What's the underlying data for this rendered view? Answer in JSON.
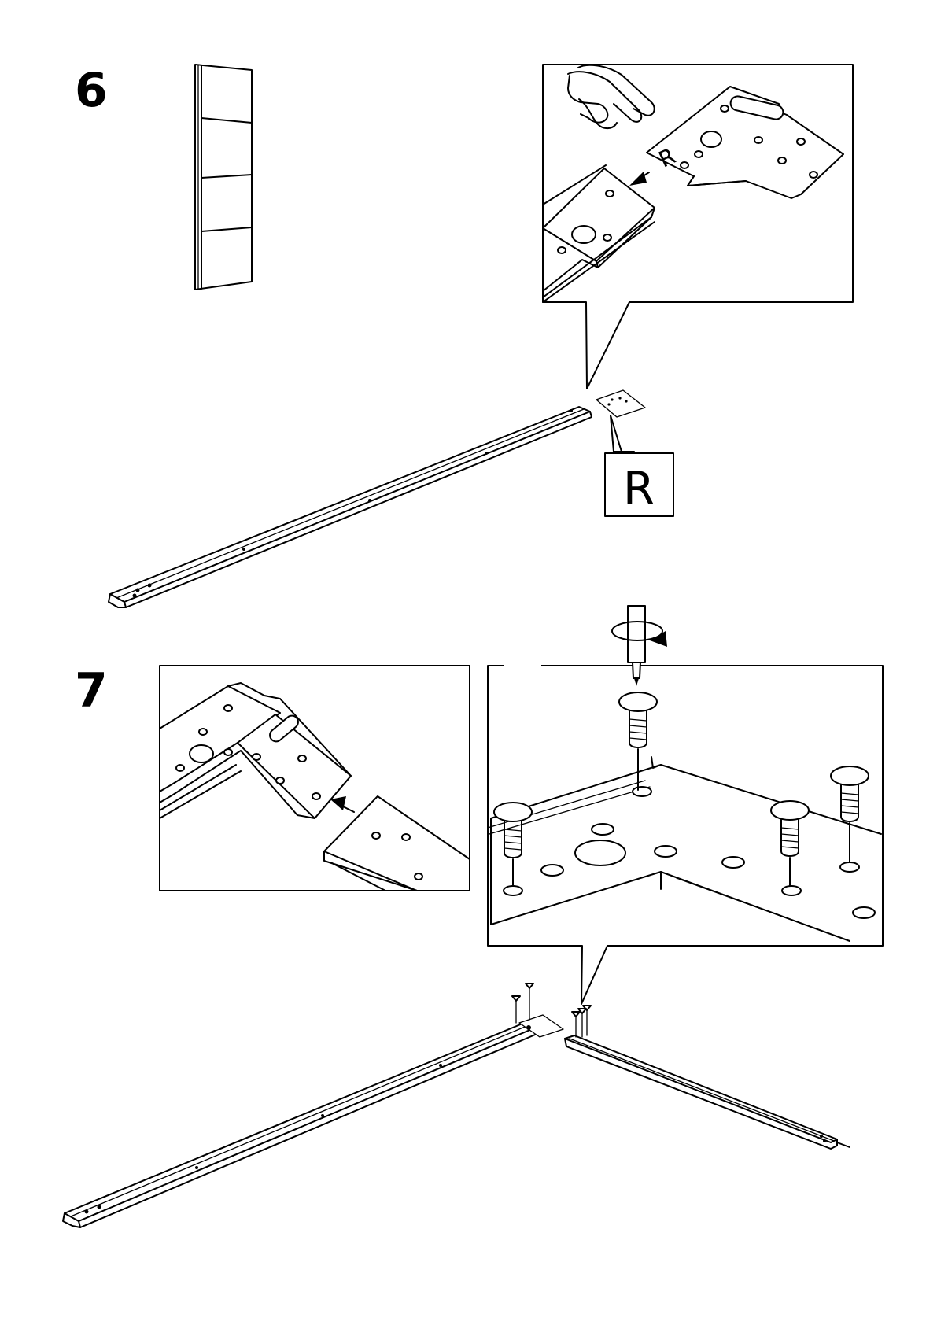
{
  "steps": [
    {
      "number": "6",
      "part_label": "R",
      "detail_plate_mark": "R"
    },
    {
      "number": "7"
    }
  ]
}
